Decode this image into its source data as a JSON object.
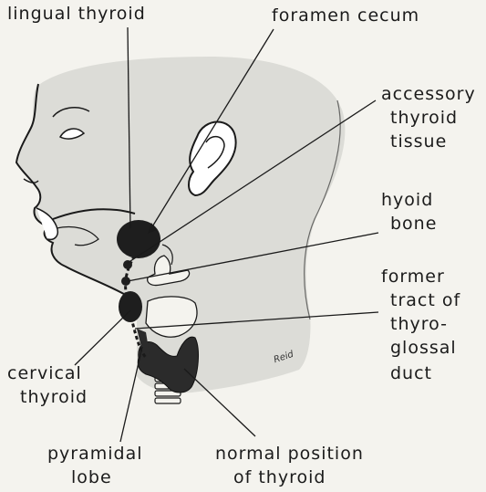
{
  "labels": {
    "lingual_thyroid": "lingual thyroid",
    "foramen_cecum": "foramen cecum",
    "accessory_1": "accessory",
    "accessory_2": "thyroid",
    "accessory_3": "tissue",
    "hyoid_1": "hyoid",
    "hyoid_2": "bone",
    "former_1": "former",
    "former_2": "tract of",
    "former_3": "thyro-",
    "former_4": "glossal",
    "former_5": "duct",
    "cervical_1": "cervical",
    "cervical_2": "thyroid",
    "pyramidal_1": "pyramidal",
    "pyramidal_2": "lobe",
    "normal_1": "normal position",
    "normal_2": "of thyroid"
  },
  "signature": "Reid",
  "colors": {
    "skin": "#dcdcd7",
    "ink": "#1a1a1a",
    "gland": "#2b2b2b",
    "bone": "#f4f3ee"
  }
}
